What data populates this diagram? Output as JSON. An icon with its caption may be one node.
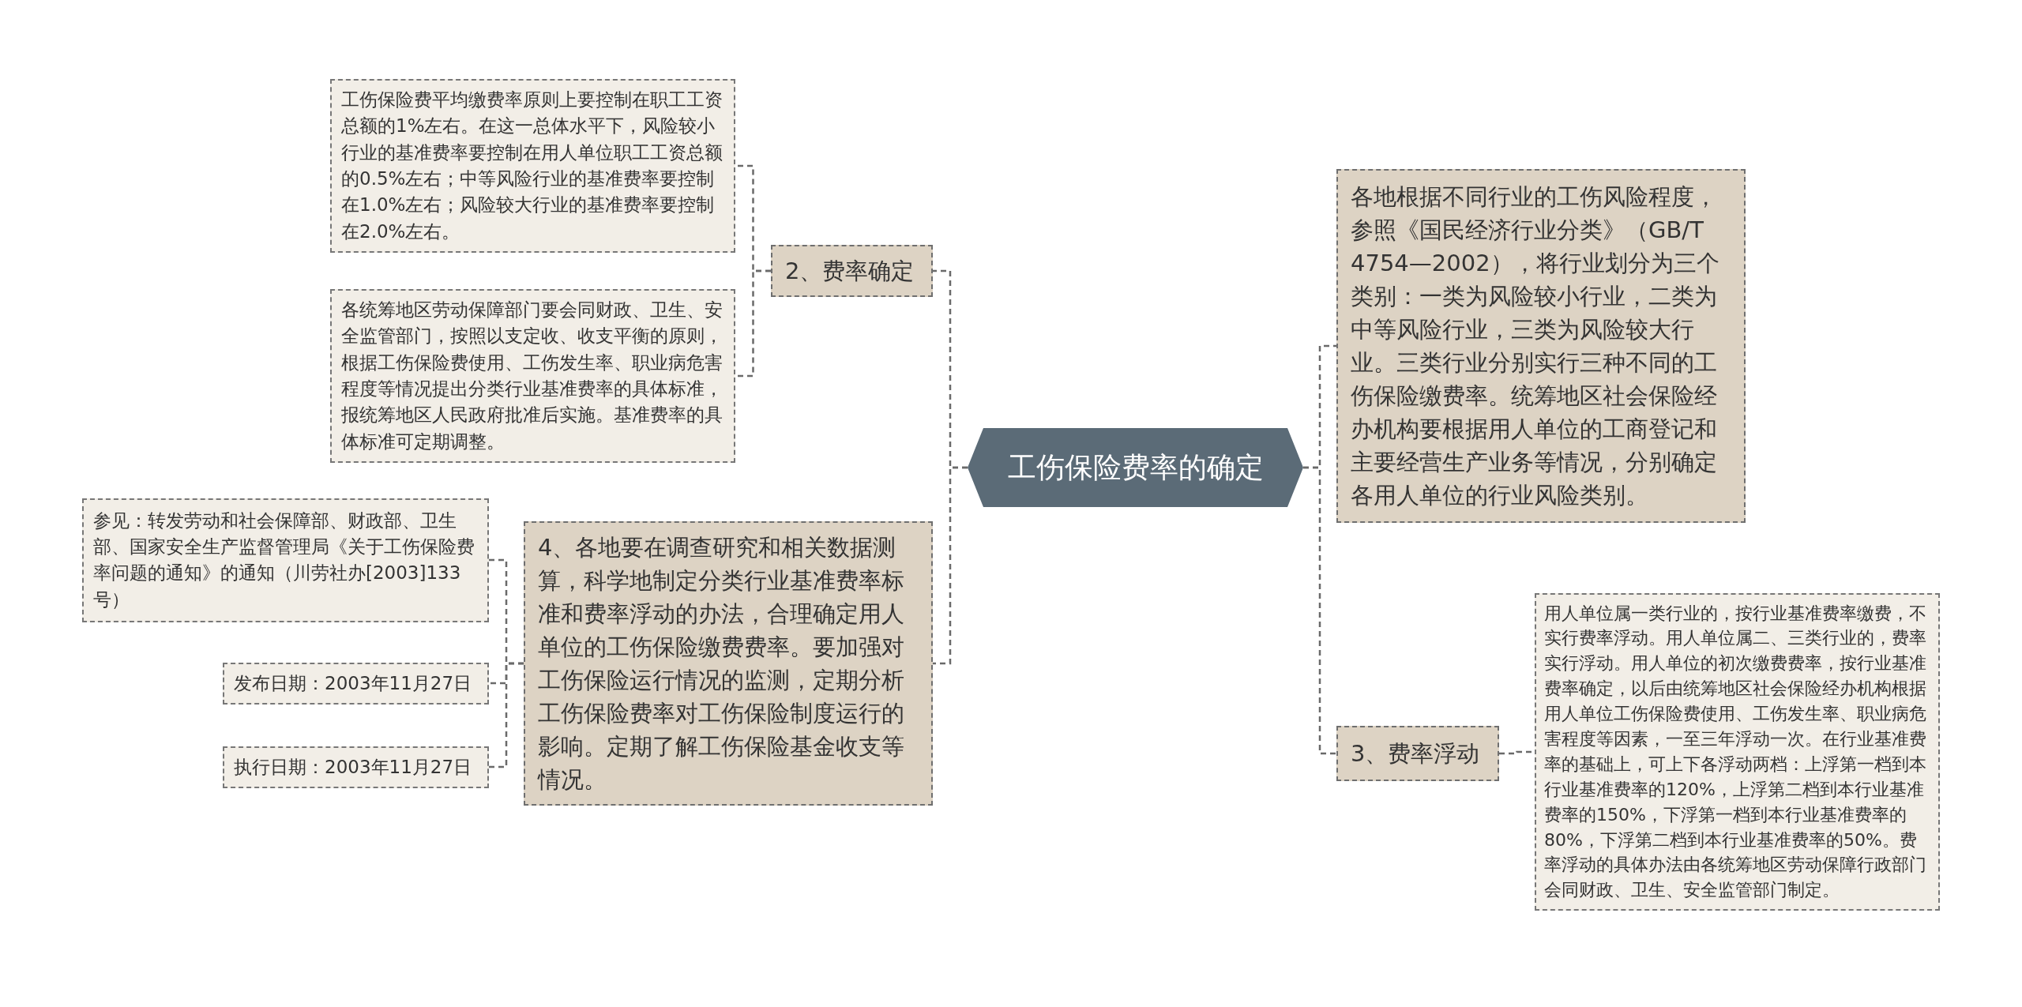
{
  "diagram": {
    "nodes": [
      {
        "text": [
          "工伤保险费率的确定"
        ]
      },
      {
        "text": [
          "2、费率确定"
        ]
      },
      {
        "text": [
          "工伤保险费平均缴费率原则上要控制在职工工资总额的1%左右。在这一总体水平下，风险较小行业的基准费率要控制在用人单位职工工资总额的0.5%左右；中等风险行业的基准费率要控制在1.0%左右；风险较大行业的基准费率要控制在2.0%左右。"
        ]
      },
      {
        "text": [
          "各统筹地区劳动保障部门要会同财政、卫生、安全监管部门，按照以支定收、收支平衡的原则，根据工伤保险费使用、工伤发生率、职业病危害程度等情况提出分类行业基准费率的具体标准，报统筹地区人民政府批准后实施。基准费率的具体标准可定期调整。"
        ]
      },
      {
        "text": [
          "4、各地要在调查研究和相关数据测算，科学地制定分类行业基准费率标准和费率浮动的办法，合理确定用人单位的工伤保险缴费费率。要加强对工伤保险运行情况的监测，定期分析工伤保险费率对工伤保险制度运行的影响。定期了解工伤保险基金收支等情况。"
        ]
      },
      {
        "text": [
          "参见：转发劳动和社会保障部、财政部、卫生部、国家安全生产监督管理局《关于工伤保险费率问题的通知》的通知（川劳社办[2003]133号）"
        ]
      },
      {
        "text": [
          "发布日期：2003年11月27日"
        ]
      },
      {
        "text": [
          "执行日期：2003年11月27日"
        ]
      },
      {
        "text": [
          "各地根据不同行业的工伤风险程度，参照《国民经济行业分类》（GB/T 4754—2002），将行业划分为三个类别：一类为风险较小行业，二类为中等风险行业，三类为风险较大行业。三类行业分别实行三种不同的工伤保险缴费率。统筹地区社会保险经办机构要根据用人单位的工商登记和主要经营生产业务等情况，分别确定各用人单位的行业风险类别。"
        ]
      },
      {
        "text": [
          "3、费率浮动"
        ]
      },
      {
        "text": [
          "用人单位属一类行业的，按行业基准费率缴费，不实行费率浮动。用人单位属二、三类行业的，费率实行浮动。用人单位的初次缴费费率，按行业基准费率确定，以后由统筹地区社会保险经办机构根据用人单位工伤保险费使用、工伤发生率、职业病危害程度等因素，一至三年浮动一次。在行业基准费率的基础上，可上下各浮动两档：上浮第一档到本行业基准费率的120%，上浮第二档到本行业基准费率的150%，下浮第一档到本行业基准费率的80%，下浮第二档到本行业基准费率的50%。费率浮动的具体办法由各统筹地区劳动保障行政部门会同财政、卫生、安全监管部门制定。"
        ]
      }
    ],
    "edges": [
      {
        "from": 0,
        "to": 1,
        "arrow": "none"
      },
      {
        "from": 1,
        "to": 2,
        "arrow": "none"
      },
      {
        "from": 1,
        "to": 3,
        "arrow": "none"
      },
      {
        "from": 0,
        "to": 4,
        "arrow": "none"
      },
      {
        "from": 4,
        "to": 5,
        "arrow": "none"
      },
      {
        "from": 4,
        "to": 6,
        "arrow": "none"
      },
      {
        "from": 4,
        "to": 7,
        "arrow": "none"
      },
      {
        "from": 0,
        "to": 8,
        "arrow": "none"
      },
      {
        "from": 0,
        "to": 9,
        "arrow": "none"
      },
      {
        "from": 9,
        "to": 10,
        "arrow": "none"
      }
    ]
  }
}
